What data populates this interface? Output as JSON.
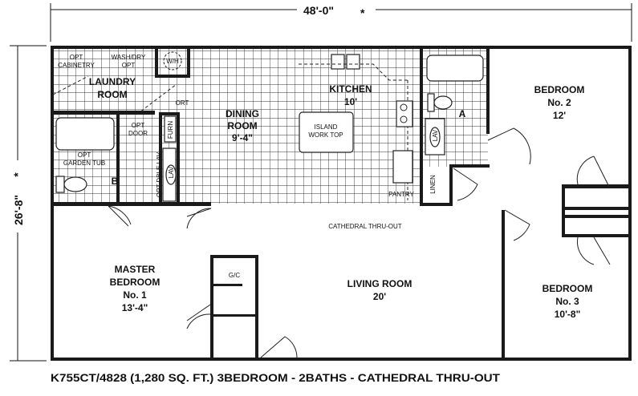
{
  "dimensions": {
    "width": "48'-0\"",
    "depth": "26'-8\"",
    "marker": "*"
  },
  "rooms": {
    "laundry": {
      "name": "LAUNDRY",
      "name2": "ROOM"
    },
    "opt_cabinetry": {
      "l1": "OPT",
      "l2": "CABINETRY"
    },
    "wash_dry": {
      "l1": "WASH/DRY",
      "l2": "OPT"
    },
    "water_heater": "W/H",
    "opt_door": {
      "l1": "OPT",
      "l2": "DOOR"
    },
    "furn": "FURN",
    "ort": "ORT",
    "garden_tub": {
      "l1": "OPT",
      "l2": "GARDEN TUB"
    },
    "bath_b": "B",
    "opt_dble_lav": "OPT DBLE LAV",
    "lav": "LAV",
    "dining": {
      "name": "DINING",
      "name2": "ROOM",
      "size": "9'-4\""
    },
    "kitchen": {
      "name": "KITCHEN",
      "size": "10'"
    },
    "island": {
      "l1": "ISLAND",
      "l2": "WORK TOP"
    },
    "pantry": "PANTRY",
    "linen": "LINEN",
    "bath_a": "A",
    "bedroom2": {
      "name": "BEDROOM",
      "no": "No. 2",
      "size": "12'"
    },
    "bedroom3": {
      "name": "BEDROOM",
      "no": "No. 3",
      "size": "10'-8\""
    },
    "master": {
      "name": "MASTER",
      "name2": "BEDROOM",
      "no": "No. 1",
      "size": "13'-4\""
    },
    "living": {
      "name": "LIVING ROOM",
      "size": "20'"
    },
    "gc": "G/C",
    "cathedral": "CATHEDRAL THRU-OUT"
  },
  "caption": "K755CT/4828 (1,280 SQ. FT.) 3BEDROOM - 2BATHS - CATHEDRAL THRU-OUT"
}
